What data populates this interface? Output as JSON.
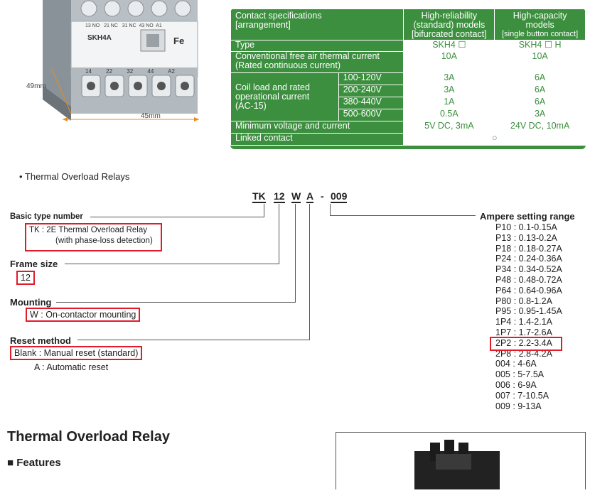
{
  "product": {
    "front_labels": [
      "13 NO",
      "21 NC",
      "31 NC",
      "43 NO",
      "A1"
    ],
    "model_label": "SKH4A",
    "bottom_labels": [
      "14",
      "22",
      "32",
      "44",
      "A2"
    ],
    "height_dim": "49mm",
    "width_dim": "45mm"
  },
  "spec_table": {
    "header_left": [
      "Contact specifications",
      "[arrangement]"
    ],
    "header_col1": [
      "High-reliability",
      "(standard) models",
      "[bifurcated contact]"
    ],
    "header_col2": [
      "High-capacity",
      "models",
      "[single button contact]"
    ],
    "type_label": "Type",
    "type_col1": "SKH4 ☐",
    "type_col2": "SKH4 ☐ H",
    "thermal_label": [
      "Conventional free air thermal current",
      "(Rated continuous current)"
    ],
    "thermal_col1": "10A",
    "thermal_col2": "10A",
    "coil_label": [
      "Coil load and rated",
      "operational current",
      "(AC-15)"
    ],
    "coil_rows": [
      {
        "voltage": "100-120V",
        "col1": "3A",
        "col2": "6A"
      },
      {
        "voltage": "200-240V",
        "col1": "3A",
        "col2": "6A"
      },
      {
        "voltage": "380-440V",
        "col1": "1A",
        "col2": "6A"
      },
      {
        "voltage": "500-600V",
        "col1": "0.5A",
        "col2": "3A"
      }
    ],
    "min_label": "Minimum voltage and current",
    "min_col1": "5V DC, 3mA",
    "min_col2": "24V DC, 10mA",
    "linked_label": "Linked contact",
    "linked_value": "○"
  },
  "designation": {
    "section_title": "• Thermal Overload Relays",
    "code_parts": [
      "TK",
      "12",
      "W",
      "A",
      "-",
      "009"
    ],
    "basic_label": "Basic type number",
    "basic_value_line1": "TK :  2E Thermal Overload Relay",
    "basic_value_line2": "(with phase-loss detection)",
    "frame_label": "Frame size",
    "frame_value": "12",
    "mounting_label": "Mounting",
    "mounting_value": "W :  On-contactor mounting",
    "reset_label": "Reset method",
    "reset_blank": "Blank :  Manual reset (standard)",
    "reset_auto": "A :  Automatic reset",
    "ampere_label": "Ampere setting range",
    "ampere_items": [
      "P10 : 0.1-0.15A",
      "P13 : 0.13-0.2A",
      "P18 : 0.18-0.27A",
      "P24 : 0.24-0.36A",
      "P34 : 0.34-0.52A",
      "P48 : 0.48-0.72A",
      "P64 : 0.64-0.96A",
      "P80 : 0.8-1.2A",
      "P95 : 0.95-1.45A",
      "1P4 : 1.4-2.1A",
      "1P7 : 1.7-2.6A",
      "2P2 : 2.2-3.4A",
      "2P8 : 2.8-4.2A",
      "004 : 4-6A",
      "005 : 5-7.5A",
      "006 : 6-9A",
      "007 : 7-10.5A",
      "009 : 9-13A"
    ],
    "ampere_highlight_index": 11
  },
  "bottom": {
    "title": "Thermal Overload Relay",
    "features": "■ Features"
  },
  "colors": {
    "table_green": "#3c8f3e",
    "highlight_red": "#e01b2a"
  }
}
